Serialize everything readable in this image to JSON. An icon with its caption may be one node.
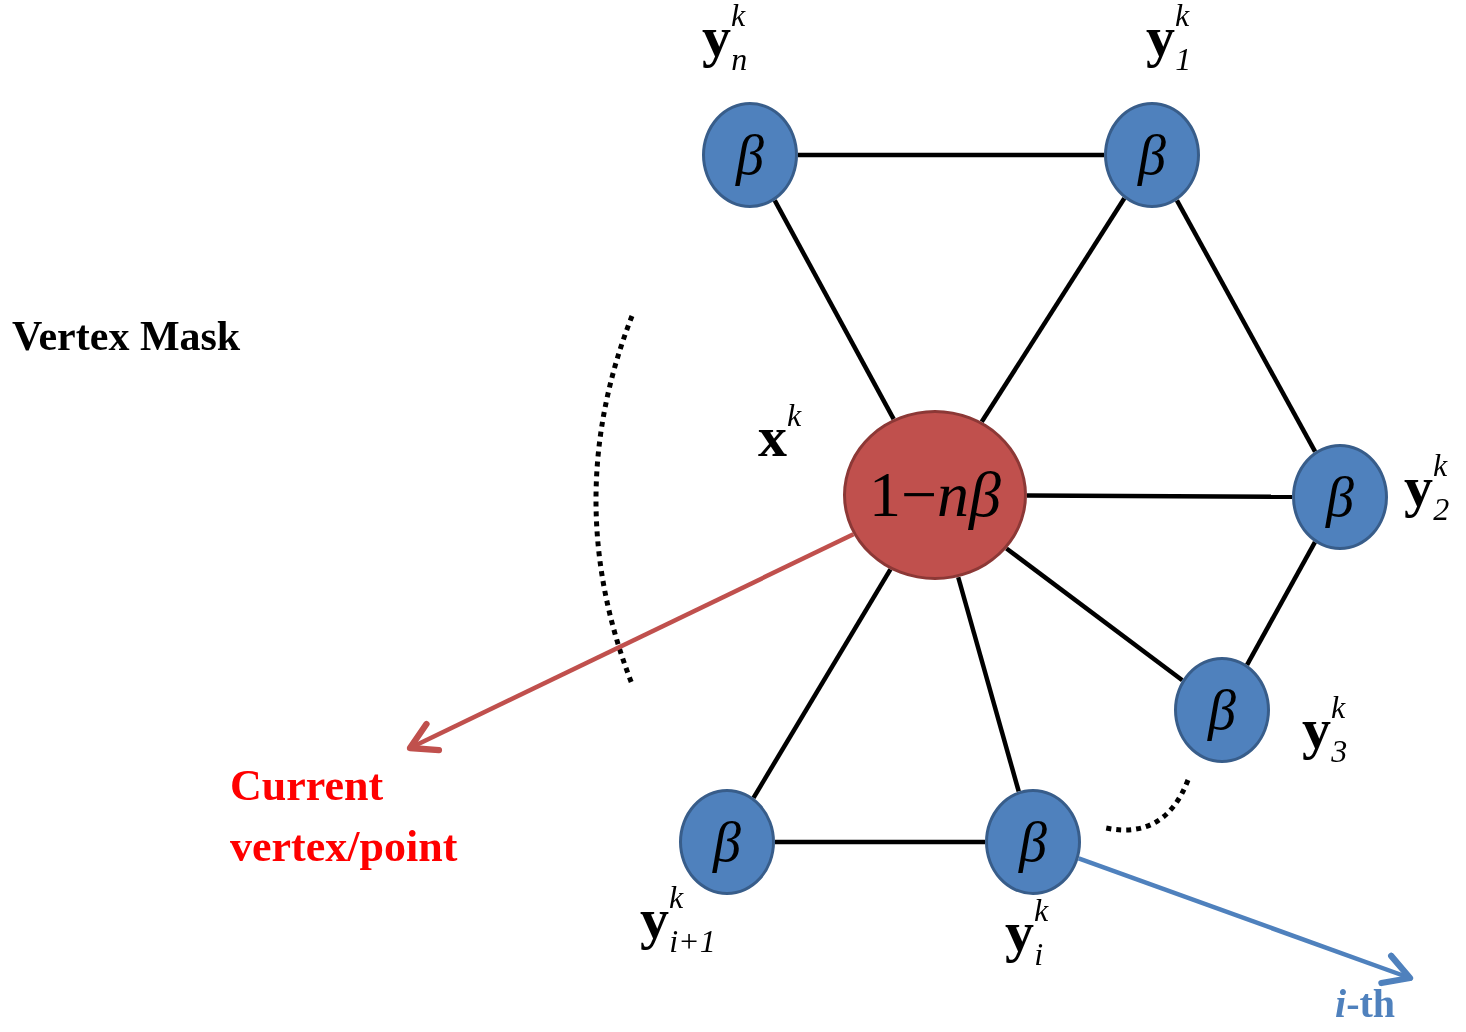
{
  "diagram": {
    "nodes": [
      {
        "text": [
          "1−*nβ*"
        ],
        "beside": [
          "**x**$^{k}$"
        ]
      },
      {
        "text": [
          "β"
        ],
        "beside": [
          "**y**$^{k}$$_{n}$"
        ]
      },
      {
        "text": [
          "β"
        ],
        "beside": [
          "**y**$^{k}$$_{1}$"
        ]
      },
      {
        "text": [
          "β"
        ],
        "beside": [
          "**y**$^{k}$$_{2}$"
        ]
      },
      {
        "text": [
          "β"
        ],
        "beside": [
          "**y**$^{k}$$_{3}$"
        ]
      },
      {
        "text": [
          "β"
        ],
        "beside": [
          "**y**$^{k}$$_{i}$"
        ]
      },
      {
        "text": [
          "β"
        ],
        "beside": [
          "**y**$^{k}$$_{i+1}$"
        ]
      },
      {
        "text": [
          "Current vertex/point"
        ]
      },
      {
        "text": [
          "*i*-th"
        ]
      }
    ],
    "edges": [
      {
        "from": 1,
        "to": 2,
        "arrow": "none"
      },
      {
        "from": 1,
        "to": 0,
        "arrow": "none"
      },
      {
        "from": 2,
        "to": 0,
        "arrow": "none"
      },
      {
        "from": 2,
        "to": 3,
        "arrow": "none"
      },
      {
        "from": 0,
        "to": 3,
        "arrow": "none"
      },
      {
        "from": 3,
        "to": 4,
        "arrow": "none"
      },
      {
        "from": 0,
        "to": 4,
        "arrow": "none"
      },
      {
        "from": 0,
        "to": 5,
        "arrow": "none"
      },
      {
        "from": 0,
        "to": 6,
        "arrow": "none"
      },
      {
        "from": 6,
        "to": 5,
        "arrow": "none"
      },
      {
        "from": 0,
        "to": 7,
        "arrow": "to",
        "color": "#c0504d"
      },
      {
        "from": 5,
        "to": 8,
        "arrow": "to",
        "color": "#4f81bd"
      }
    ],
    "labels": [
      "Vertex Mask"
    ]
  }
}
